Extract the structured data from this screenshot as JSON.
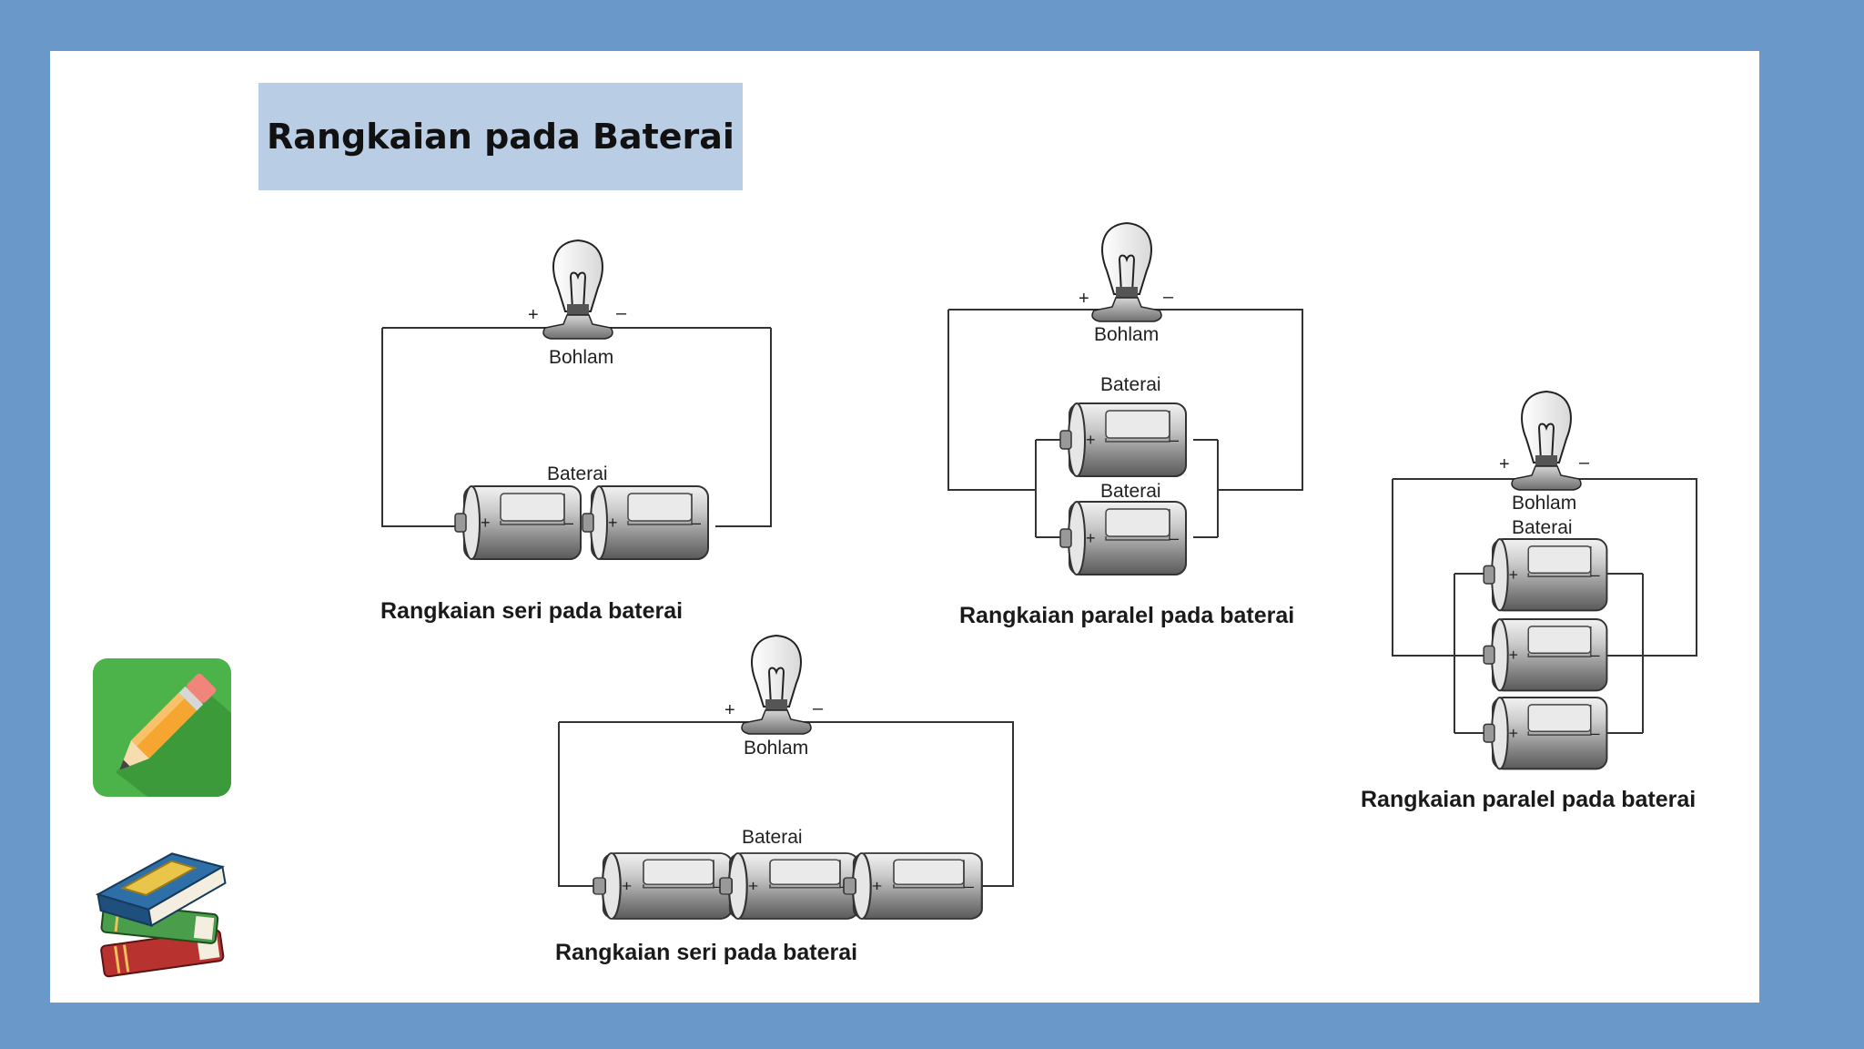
{
  "slide": {
    "title": "Rangkaian pada Baterai"
  },
  "diagrams": [
    {
      "bulb_label": "Bohlam",
      "battery_labels": [
        "Baterai"
      ],
      "caption": "Rangkaian seri pada baterai"
    },
    {
      "bulb_label": "Bohlam",
      "battery_labels": [
        "Baterai",
        "Baterai"
      ],
      "caption": "Rangkaian paralel pada baterai"
    },
    {
      "bulb_label": "Bohlam",
      "battery_labels": [
        "Baterai"
      ],
      "caption": "Rangkaian paralel pada baterai"
    },
    {
      "bulb_label": "Bohlam",
      "battery_labels": [
        "Baterai"
      ],
      "caption": "Rangkaian seri pada baterai"
    }
  ],
  "signs": {
    "plus": "+",
    "minus": "–"
  },
  "icons": [
    "pencil-icon",
    "books-icon"
  ],
  "colors": {
    "background": "#6a98c8",
    "title_box": "#b9cde4",
    "icon_green": "#4bb34a"
  }
}
